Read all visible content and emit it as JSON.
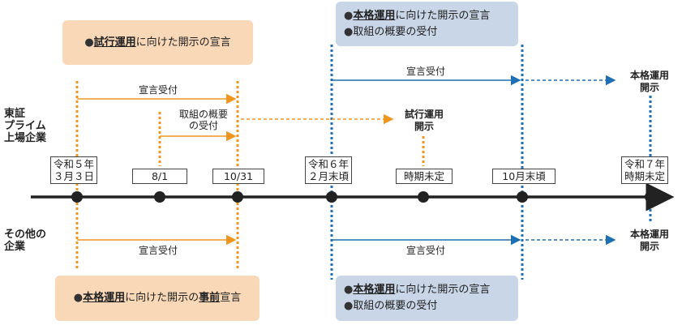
{
  "boxes": {
    "top_trial": {
      "bold": "試行運用",
      "rest": "に向けた開示の宣言"
    },
    "top_full_line1": {
      "bold": "本格運用",
      "rest": "に向けた開示の宣言"
    },
    "top_full_line2": "取組の概要の受付",
    "bottom_full_left": {
      "bold": "本格運用",
      "mid": "に向けた開示の",
      "bold2": "事前",
      "rest": "宣言"
    },
    "bottom_full_right_line1": {
      "bold": "本格運用",
      "rest": "に向けた開示の宣言"
    },
    "bottom_full_right_line2": "取組の概要の受付",
    "bullet": "●"
  },
  "side_labels": {
    "prime": [
      "東証",
      "プライム",
      "上場企業"
    ],
    "other": [
      "その他の",
      "企業"
    ]
  },
  "dates": [
    "令和５年\n３月３日",
    "8/1",
    "10/31",
    "令和６年\n２月末頃",
    "時期未定",
    "10月末頃",
    "令和７年\n時期未定"
  ],
  "labels": {
    "declaration_top": "宣言受付",
    "overview_accept": [
      "取組の概要",
      "の受付"
    ],
    "trial_disclosure": [
      "試行運用",
      "開示"
    ],
    "declaration_top_blue": "宣言受付",
    "full_disclosure_top": [
      "本格運用",
      "開示"
    ],
    "declaration_bottom": "宣言受付",
    "declaration_bottom_blue": "宣言受付",
    "full_disclosure_bottom": [
      "本格運用",
      "開示"
    ]
  },
  "colors": {
    "orange": "#f0961e",
    "blue": "#1f6fb4",
    "timeline": "#222222"
  }
}
